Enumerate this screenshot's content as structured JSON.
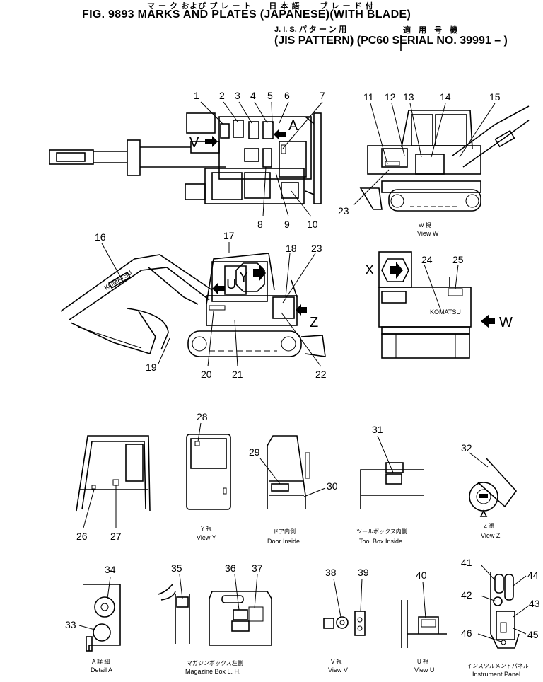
{
  "header": {
    "japanese_title": "マ ー ク および プ レ ー ト　　日 本 語　　 ブ レ ー ド 付",
    "title": "FIG. 9893  MARKS AND PLATES (JAPANESE)(WITH BLADE)",
    "jis_japanese": "J. I. S. パ タ ー ン 用",
    "applicable_japanese": "適 用 号 機",
    "subtitle": "(JIS PATTERN)  (PC60  SERIAL NO. 39991 –  )"
  },
  "views": {
    "view_w": {
      "ja": "W 視",
      "en": "View  W"
    },
    "view_y": {
      "ja": "Y 視",
      "en": "View  Y"
    },
    "door_inside": {
      "ja": "ドア内側",
      "en": "Door Inside"
    },
    "tool_box_inside": {
      "ja": "ツールボックス内側",
      "en": "Tool Box Inside"
    },
    "view_z": {
      "ja": "Z 視",
      "en": "View  Z"
    },
    "detail_a": {
      "ja": "A 詳 細",
      "en": "Detail  A"
    },
    "magazine_box": {
      "ja": "マガジンボックス左側",
      "en": "Magazine Box L. H."
    },
    "view_v": {
      "ja": "V 視",
      "en": "View  V"
    },
    "view_u": {
      "ja": "U 視",
      "en": "View  U"
    },
    "instrument_panel": {
      "ja": "インスツルメントパネル",
      "en": "Instrument Panel"
    }
  },
  "view_letters": {
    "v": "V",
    "a": "A",
    "x": "X",
    "w": "W",
    "u": "U",
    "y": "Y",
    "z": "Z"
  },
  "callouts": {
    "n1": "1",
    "n2": "2",
    "n3": "3",
    "n4": "4",
    "n5": "5",
    "n6": "6",
    "n7": "7",
    "n8": "8",
    "n9": "9",
    "n10": "10",
    "n11": "11",
    "n12": "12",
    "n13": "13",
    "n14": "14",
    "n15": "15",
    "n16": "16",
    "n17": "17",
    "n18": "18",
    "n19": "19",
    "n20": "20",
    "n21": "21",
    "n22": "22",
    "n23": "23",
    "n24": "24",
    "n25": "25",
    "n26": "26",
    "n27": "27",
    "n28": "28",
    "n29": "29",
    "n30": "30",
    "n31": "31",
    "n32": "32",
    "n33": "33",
    "n34": "34",
    "n35": "35",
    "n36": "36",
    "n37": "37",
    "n38": "38",
    "n39": "39",
    "n40": "40",
    "n41": "41",
    "n42": "42",
    "n43": "43",
    "n44": "44",
    "n45": "45",
    "n46": "46"
  },
  "brand_marks": {
    "side": "KOMATSU",
    "boom": "KOMATSU"
  }
}
